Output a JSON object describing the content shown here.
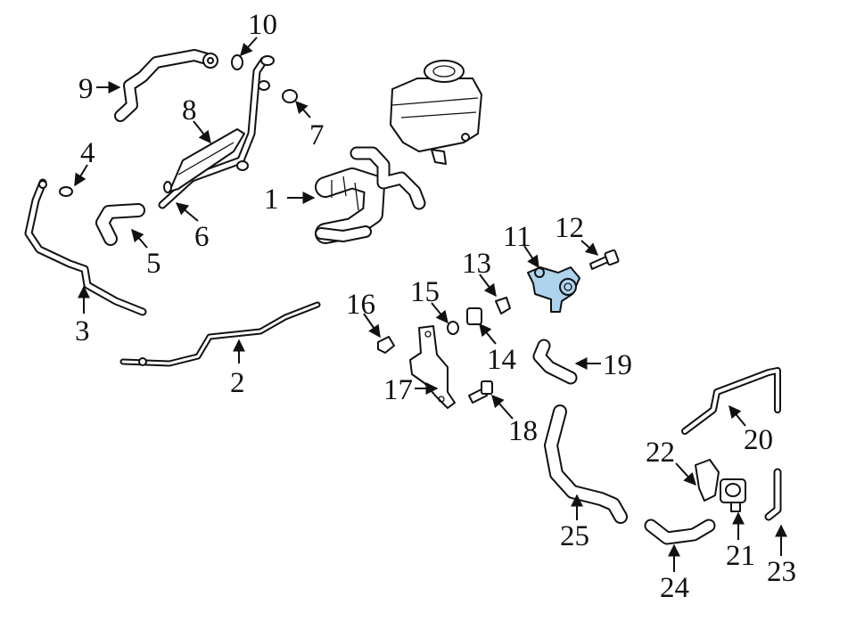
{
  "diagram": {
    "highlight_color": "#aed3ec",
    "callouts": [
      {
        "id": "1",
        "text": "1"
      },
      {
        "id": "2",
        "text": "2"
      },
      {
        "id": "3",
        "text": "3"
      },
      {
        "id": "4",
        "text": "4"
      },
      {
        "id": "5",
        "text": "5"
      },
      {
        "id": "6",
        "text": "6"
      },
      {
        "id": "7",
        "text": "7"
      },
      {
        "id": "8",
        "text": "8"
      },
      {
        "id": "9",
        "text": "9"
      },
      {
        "id": "10",
        "text": "10"
      },
      {
        "id": "11",
        "text": "11"
      },
      {
        "id": "12",
        "text": "12"
      },
      {
        "id": "13",
        "text": "13"
      },
      {
        "id": "14",
        "text": "14"
      },
      {
        "id": "15",
        "text": "15"
      },
      {
        "id": "16",
        "text": "16"
      },
      {
        "id": "17",
        "text": "17"
      },
      {
        "id": "18",
        "text": "18"
      },
      {
        "id": "19",
        "text": "19"
      },
      {
        "id": "20",
        "text": "20"
      },
      {
        "id": "21",
        "text": "21"
      },
      {
        "id": "22",
        "text": "22"
      },
      {
        "id": "23",
        "text": "23"
      },
      {
        "id": "24",
        "text": "24"
      },
      {
        "id": "25",
        "text": "25"
      }
    ]
  }
}
